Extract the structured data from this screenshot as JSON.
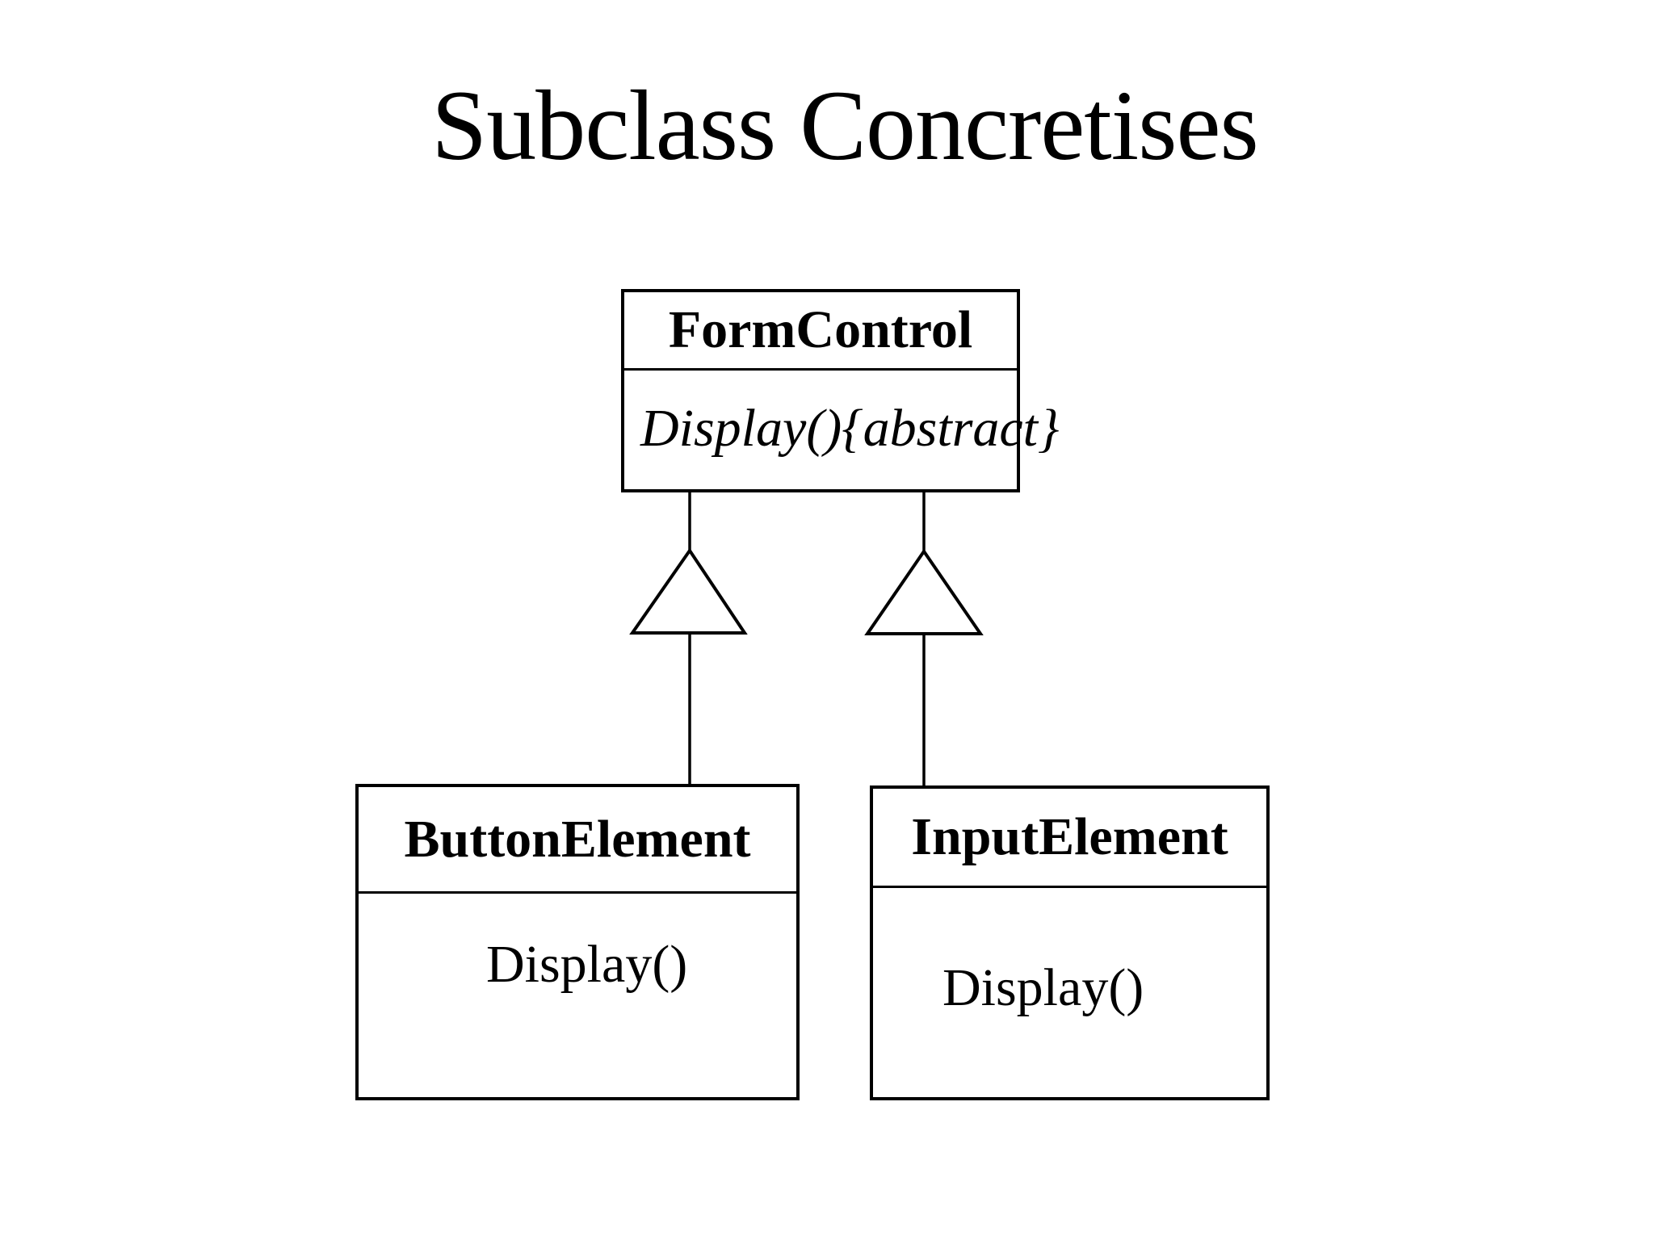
{
  "page": {
    "background_color": "#ffffff",
    "line_color": "#000000",
    "text_color": "#000000"
  },
  "header": {
    "title": "Subclass Concretises"
  },
  "diagram": {
    "classes": [
      {
        "id": "form-control",
        "name": "FormControl",
        "methods": [
          "Display(){abstract}"
        ]
      },
      {
        "id": "button-element",
        "name": "ButtonElement",
        "methods": [
          "Display()"
        ]
      },
      {
        "id": "input-element",
        "name": "InputElement",
        "methods": [
          "Display()"
        ]
      }
    ],
    "relations": [
      {
        "type": "generalization",
        "from": "ButtonElement",
        "to": "FormControl"
      },
      {
        "type": "generalization",
        "from": "InputElement",
        "to": "FormControl"
      }
    ]
  }
}
